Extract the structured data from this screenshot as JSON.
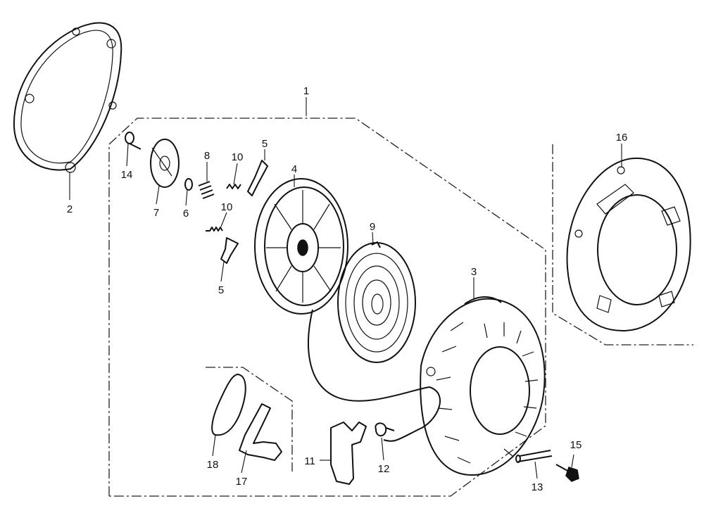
{
  "callouts": [
    {
      "id": "c1",
      "label": "1"
    },
    {
      "id": "c2",
      "label": "2"
    },
    {
      "id": "c3",
      "label": "3"
    },
    {
      "id": "c4",
      "label": "4"
    },
    {
      "id": "c5a",
      "label": "5"
    },
    {
      "id": "c5b",
      "label": "5"
    },
    {
      "id": "c6",
      "label": "6"
    },
    {
      "id": "c7",
      "label": "7"
    },
    {
      "id": "c8",
      "label": "8"
    },
    {
      "id": "c9",
      "label": "9"
    },
    {
      "id": "c10a",
      "label": "10"
    },
    {
      "id": "c10b",
      "label": "10"
    },
    {
      "id": "c11",
      "label": "11"
    },
    {
      "id": "c12",
      "label": "12"
    },
    {
      "id": "c13",
      "label": "13"
    },
    {
      "id": "c14",
      "label": "14"
    },
    {
      "id": "c15",
      "label": "15"
    },
    {
      "id": "c16",
      "label": "16"
    },
    {
      "id": "c17",
      "label": "17"
    },
    {
      "id": "c18",
      "label": "18"
    }
  ]
}
